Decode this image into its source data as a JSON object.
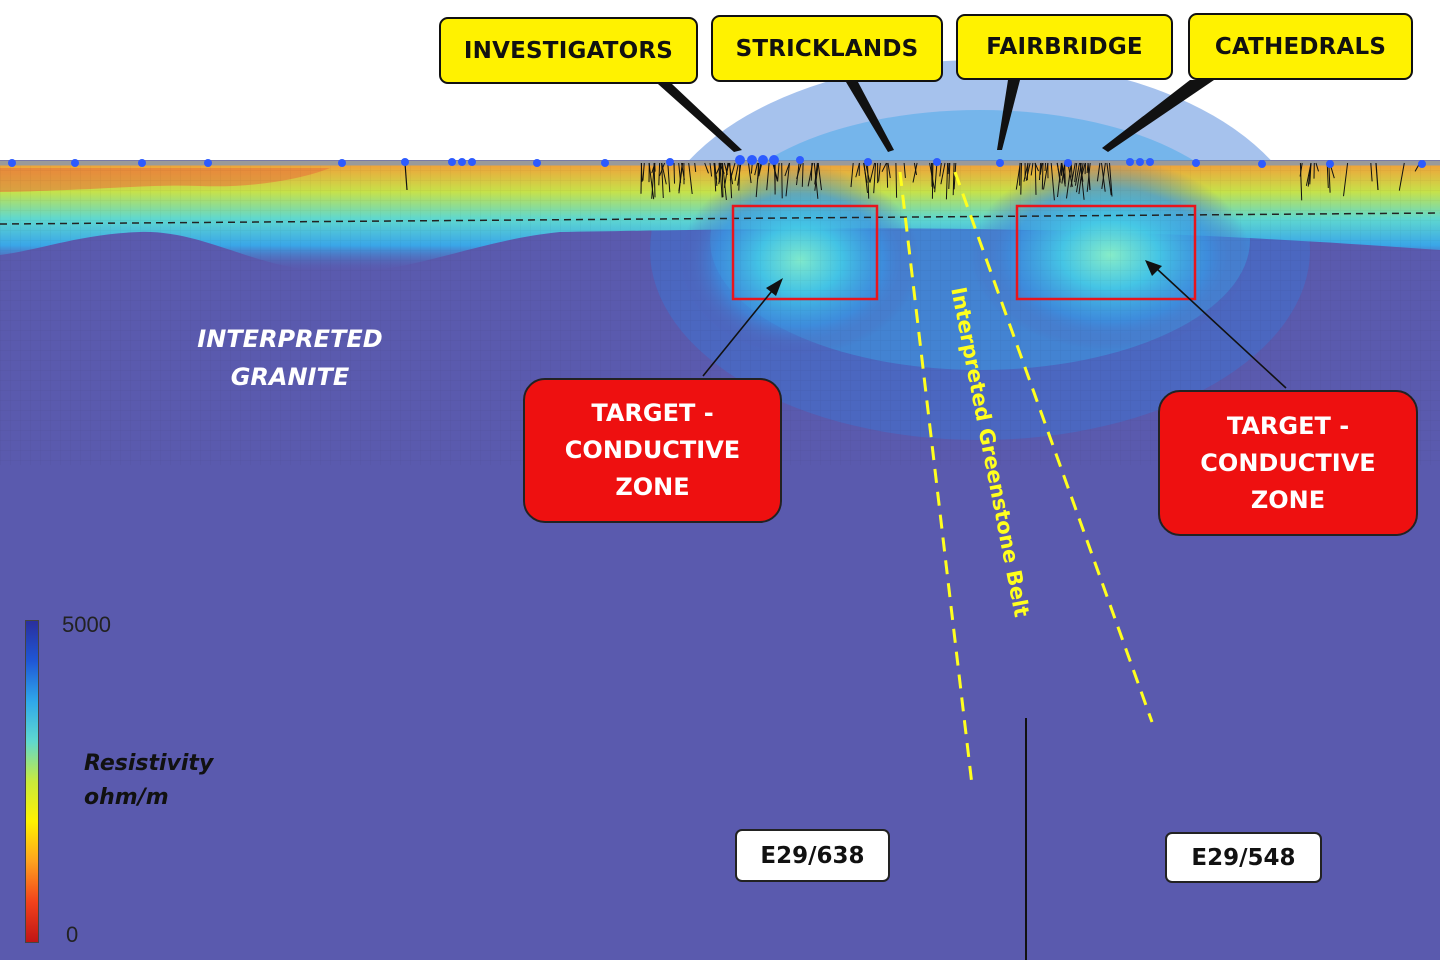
{
  "surface_labels": [
    {
      "id": "investigators",
      "text": "INVESTIGATORS"
    },
    {
      "id": "stricklands",
      "text": "STRICKLANDS"
    },
    {
      "id": "fairbridge",
      "text": "FAIRBRIDGE"
    },
    {
      "id": "cathedrals",
      "text": "CATHEDRALS"
    }
  ],
  "targets": [
    {
      "id": "target-left",
      "lines": [
        "TARGET -",
        "CONDUCTIVE",
        "ZONE"
      ]
    },
    {
      "id": "target-right",
      "lines": [
        "TARGET -",
        "CONDUCTIVE",
        "ZONE"
      ]
    }
  ],
  "tenements": [
    {
      "id": "tenement-e29-638",
      "text": "E29/638"
    },
    {
      "id": "tenement-e29-548",
      "text": "E29/548"
    }
  ],
  "interpretations": {
    "granite_line1": "INTERPRETED",
    "granite_line2": "GRANITE",
    "greenstone_belt": "Interpreted Greenstone Belt"
  },
  "color_scale": {
    "title_line1": "Resistivity",
    "title_line2": "ohm/m",
    "max_label": "5000",
    "min_label": "0",
    "colors": [
      "#2a2f9e",
      "#1f57d6",
      "#2fa8ea",
      "#5fd8cf",
      "#c9ea3c",
      "#fff200",
      "#ffa11f",
      "#f2421b",
      "#c01515"
    ]
  },
  "colors": {
    "background_resistive": "#5a5aae",
    "conductive_zone": "#5fd8cf",
    "callout": "#fff200",
    "target": "#ee1010",
    "target_box": "#e8141c",
    "belt": "#ffff1e"
  }
}
